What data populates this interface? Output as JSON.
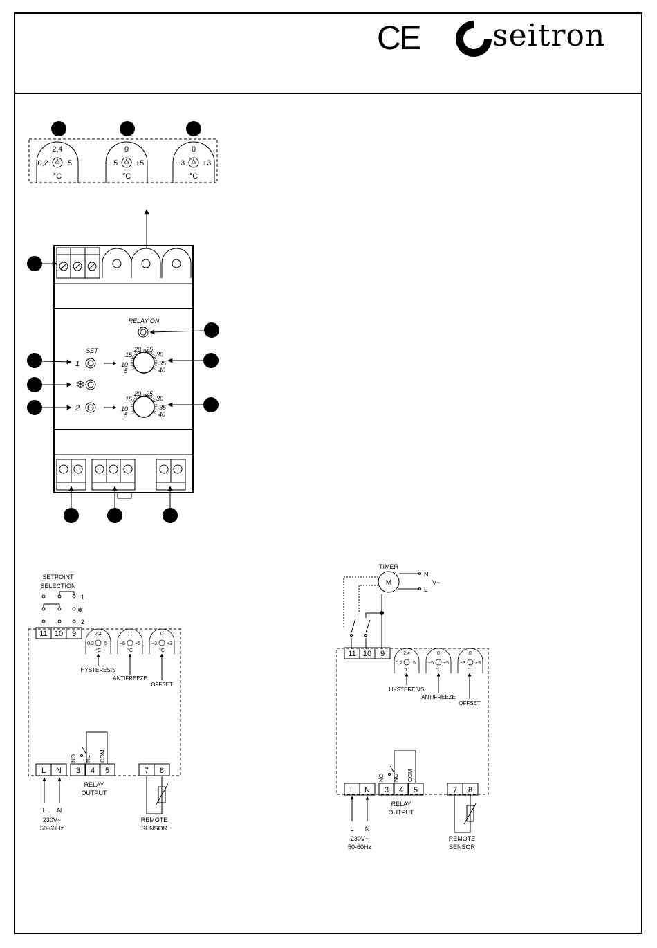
{
  "header": {
    "ce_mark": "CE",
    "brand": "seitron"
  },
  "dials": [
    {
      "top": "2,4",
      "left": "0,2",
      "right": "5",
      "unit": "°C"
    },
    {
      "top": "0",
      "left": "−5",
      "right": "+5",
      "unit": "°C"
    },
    {
      "top": "0",
      "left": "−3",
      "right": "+3",
      "unit": "°C"
    }
  ],
  "front_panel": {
    "relay_on": "RELAY ON",
    "set": "SET",
    "ch1": "1",
    "ch2": "2",
    "scale": [
      "5",
      "10",
      "15",
      "20",
      "25",
      "30",
      "35",
      "40"
    ]
  },
  "wiring_left": {
    "setpoint_selection_1": "SETPOINT",
    "setpoint_selection_2": "SELECTION",
    "sel1": "1",
    "sel2": "2",
    "terminals_top": [
      "11",
      "10",
      "9"
    ],
    "hysteresis": "HYSTERESIS",
    "antifreeze": "ANTIFREEZE",
    "offset": "OFFSET",
    "terminals_bottom": [
      "L",
      "N",
      "3",
      "4",
      "5",
      "7",
      "8"
    ],
    "contacts": [
      "NO",
      "NC",
      "COM"
    ],
    "relay_output_1": "RELAY",
    "relay_output_2": "OUTPUT",
    "supply_l": "L",
    "supply_n": "N",
    "supply_v": "230V~",
    "supply_hz": "50-60Hz",
    "remote_1": "REMOTE",
    "remote_2": "SENSOR"
  },
  "wiring_right": {
    "timer": "TIMER",
    "motor": "M",
    "n": "N",
    "l": "L",
    "v": "V~"
  }
}
